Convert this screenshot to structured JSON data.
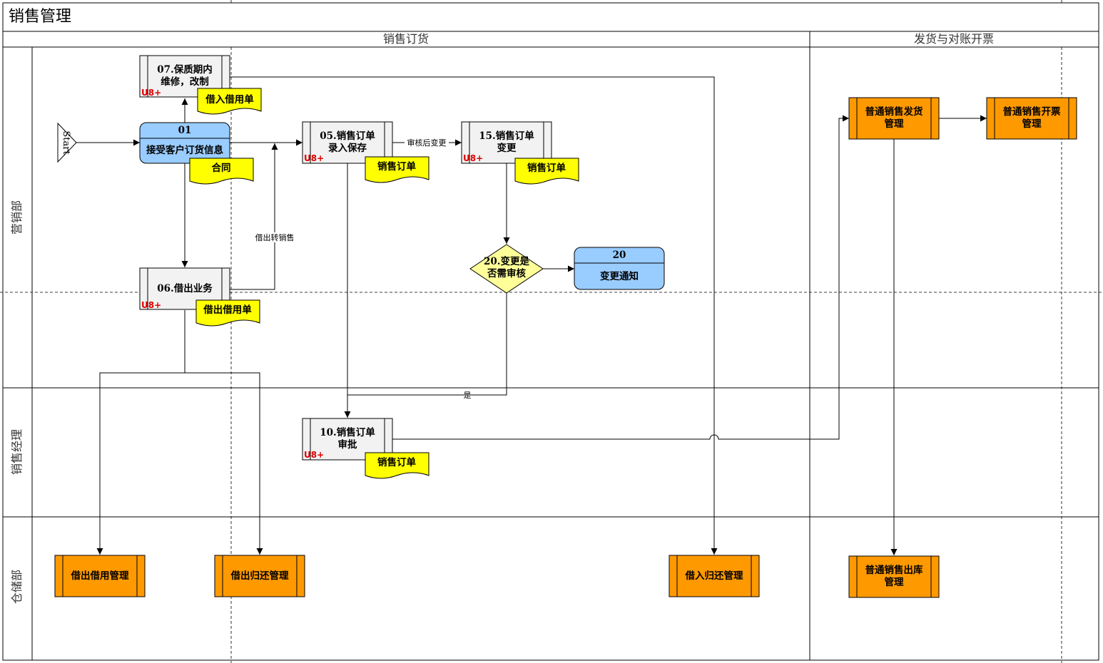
{
  "title": "销售管理",
  "phases": [
    "销售订货",
    "发货与对账开票"
  ],
  "lanes": [
    "营销部",
    "销售经理",
    "仓储部"
  ],
  "start_label": "Start",
  "u8_tag": "U8+",
  "colors": {
    "process_fill": "#f2f2f2",
    "blue_fill": "#99ccff",
    "orange_fill": "#ff9900",
    "doc_fill": "#ffff00",
    "decision_fill": "#ffff99",
    "u8_text": "#e00000"
  },
  "nodes": {
    "n07": {
      "line1": "07.保质期内",
      "line2": "维修，改制"
    },
    "n01": {
      "id": "01",
      "label": "接受客户订货信息"
    },
    "n05": {
      "line1": "05.销售订单",
      "line2": "录入保存"
    },
    "n15": {
      "line1": "15.销售订单",
      "line2": "变更"
    },
    "n06": {
      "label": "06.借出业务"
    },
    "n20d": {
      "line1": "20.变更是",
      "line2": "否需审核"
    },
    "n20": {
      "id": "20",
      "label": "变更通知"
    },
    "n10": {
      "line1": "10.销售订单",
      "line2": "审批"
    },
    "ship": {
      "line1": "普通销售发货",
      "line2": "管理"
    },
    "invoice": {
      "line1": "普通销售开票",
      "line2": "管理"
    },
    "outbound": {
      "line1": "普通销售出库",
      "line2": "管理"
    },
    "lend_mgmt": {
      "label": "借出借用管理"
    },
    "lend_return": {
      "label": "借出归还管理"
    },
    "borrow_return": {
      "label": "借入归还管理"
    }
  },
  "docs": {
    "d07": "借入借用单",
    "d01": "合同",
    "d05": "销售订单",
    "d15": "销售订单",
    "d06": "借出借用单",
    "d10": "销售订单"
  },
  "edge_labels": {
    "audit_change": "审核后变更",
    "lend_to_sale": "借出转销售",
    "yes": "是"
  }
}
